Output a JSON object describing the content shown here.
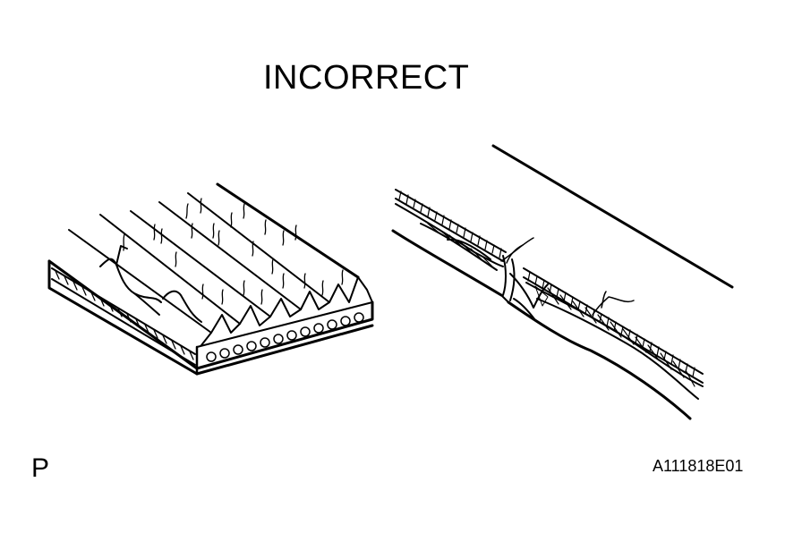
{
  "title": "INCORRECT",
  "corner_letter": "P",
  "figure_code": "A111818E01"
}
